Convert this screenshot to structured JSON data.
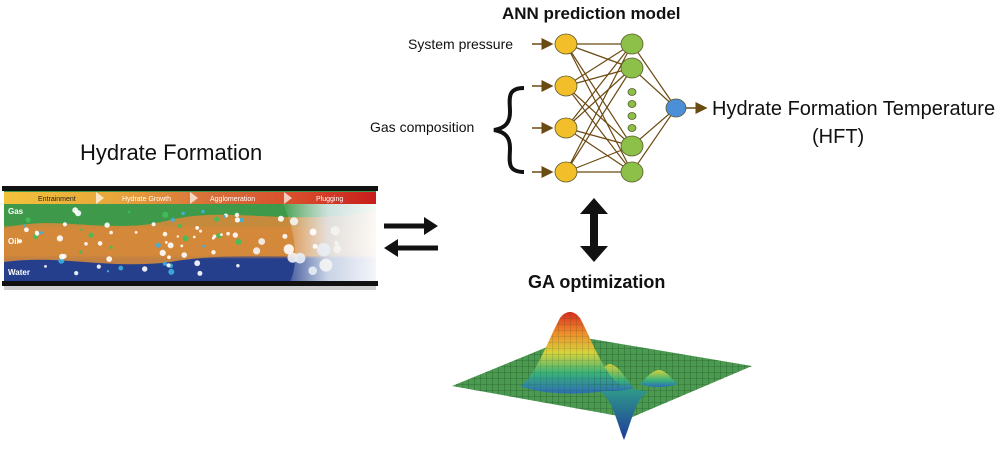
{
  "hydrate": {
    "title": "Hydrate Formation",
    "stages": [
      "Entrainment",
      "Hydrate Growth",
      "Agglomeration",
      "Plugging"
    ],
    "layers": [
      "Gas",
      "Oil",
      "Water"
    ]
  },
  "ann": {
    "title": "ANN prediction model",
    "input_pressure": "System pressure",
    "input_gas": "Gas composition",
    "output_line1": "Hydrate Formation Temperature",
    "output_line2": "(HFT)"
  },
  "ga": {
    "title": "GA optimization"
  },
  "colors": {
    "input_node": "#f2bf2a",
    "hidden_node": "#8cc048",
    "output_node": "#4a8fd8",
    "connection": "#6b4a12",
    "gas_layer": "#3e9a4a",
    "oil_layer": "#d4883a",
    "water_layer": "#253f8c",
    "stage_bar": "#e08a2a",
    "plugging": "#d92a2a"
  }
}
